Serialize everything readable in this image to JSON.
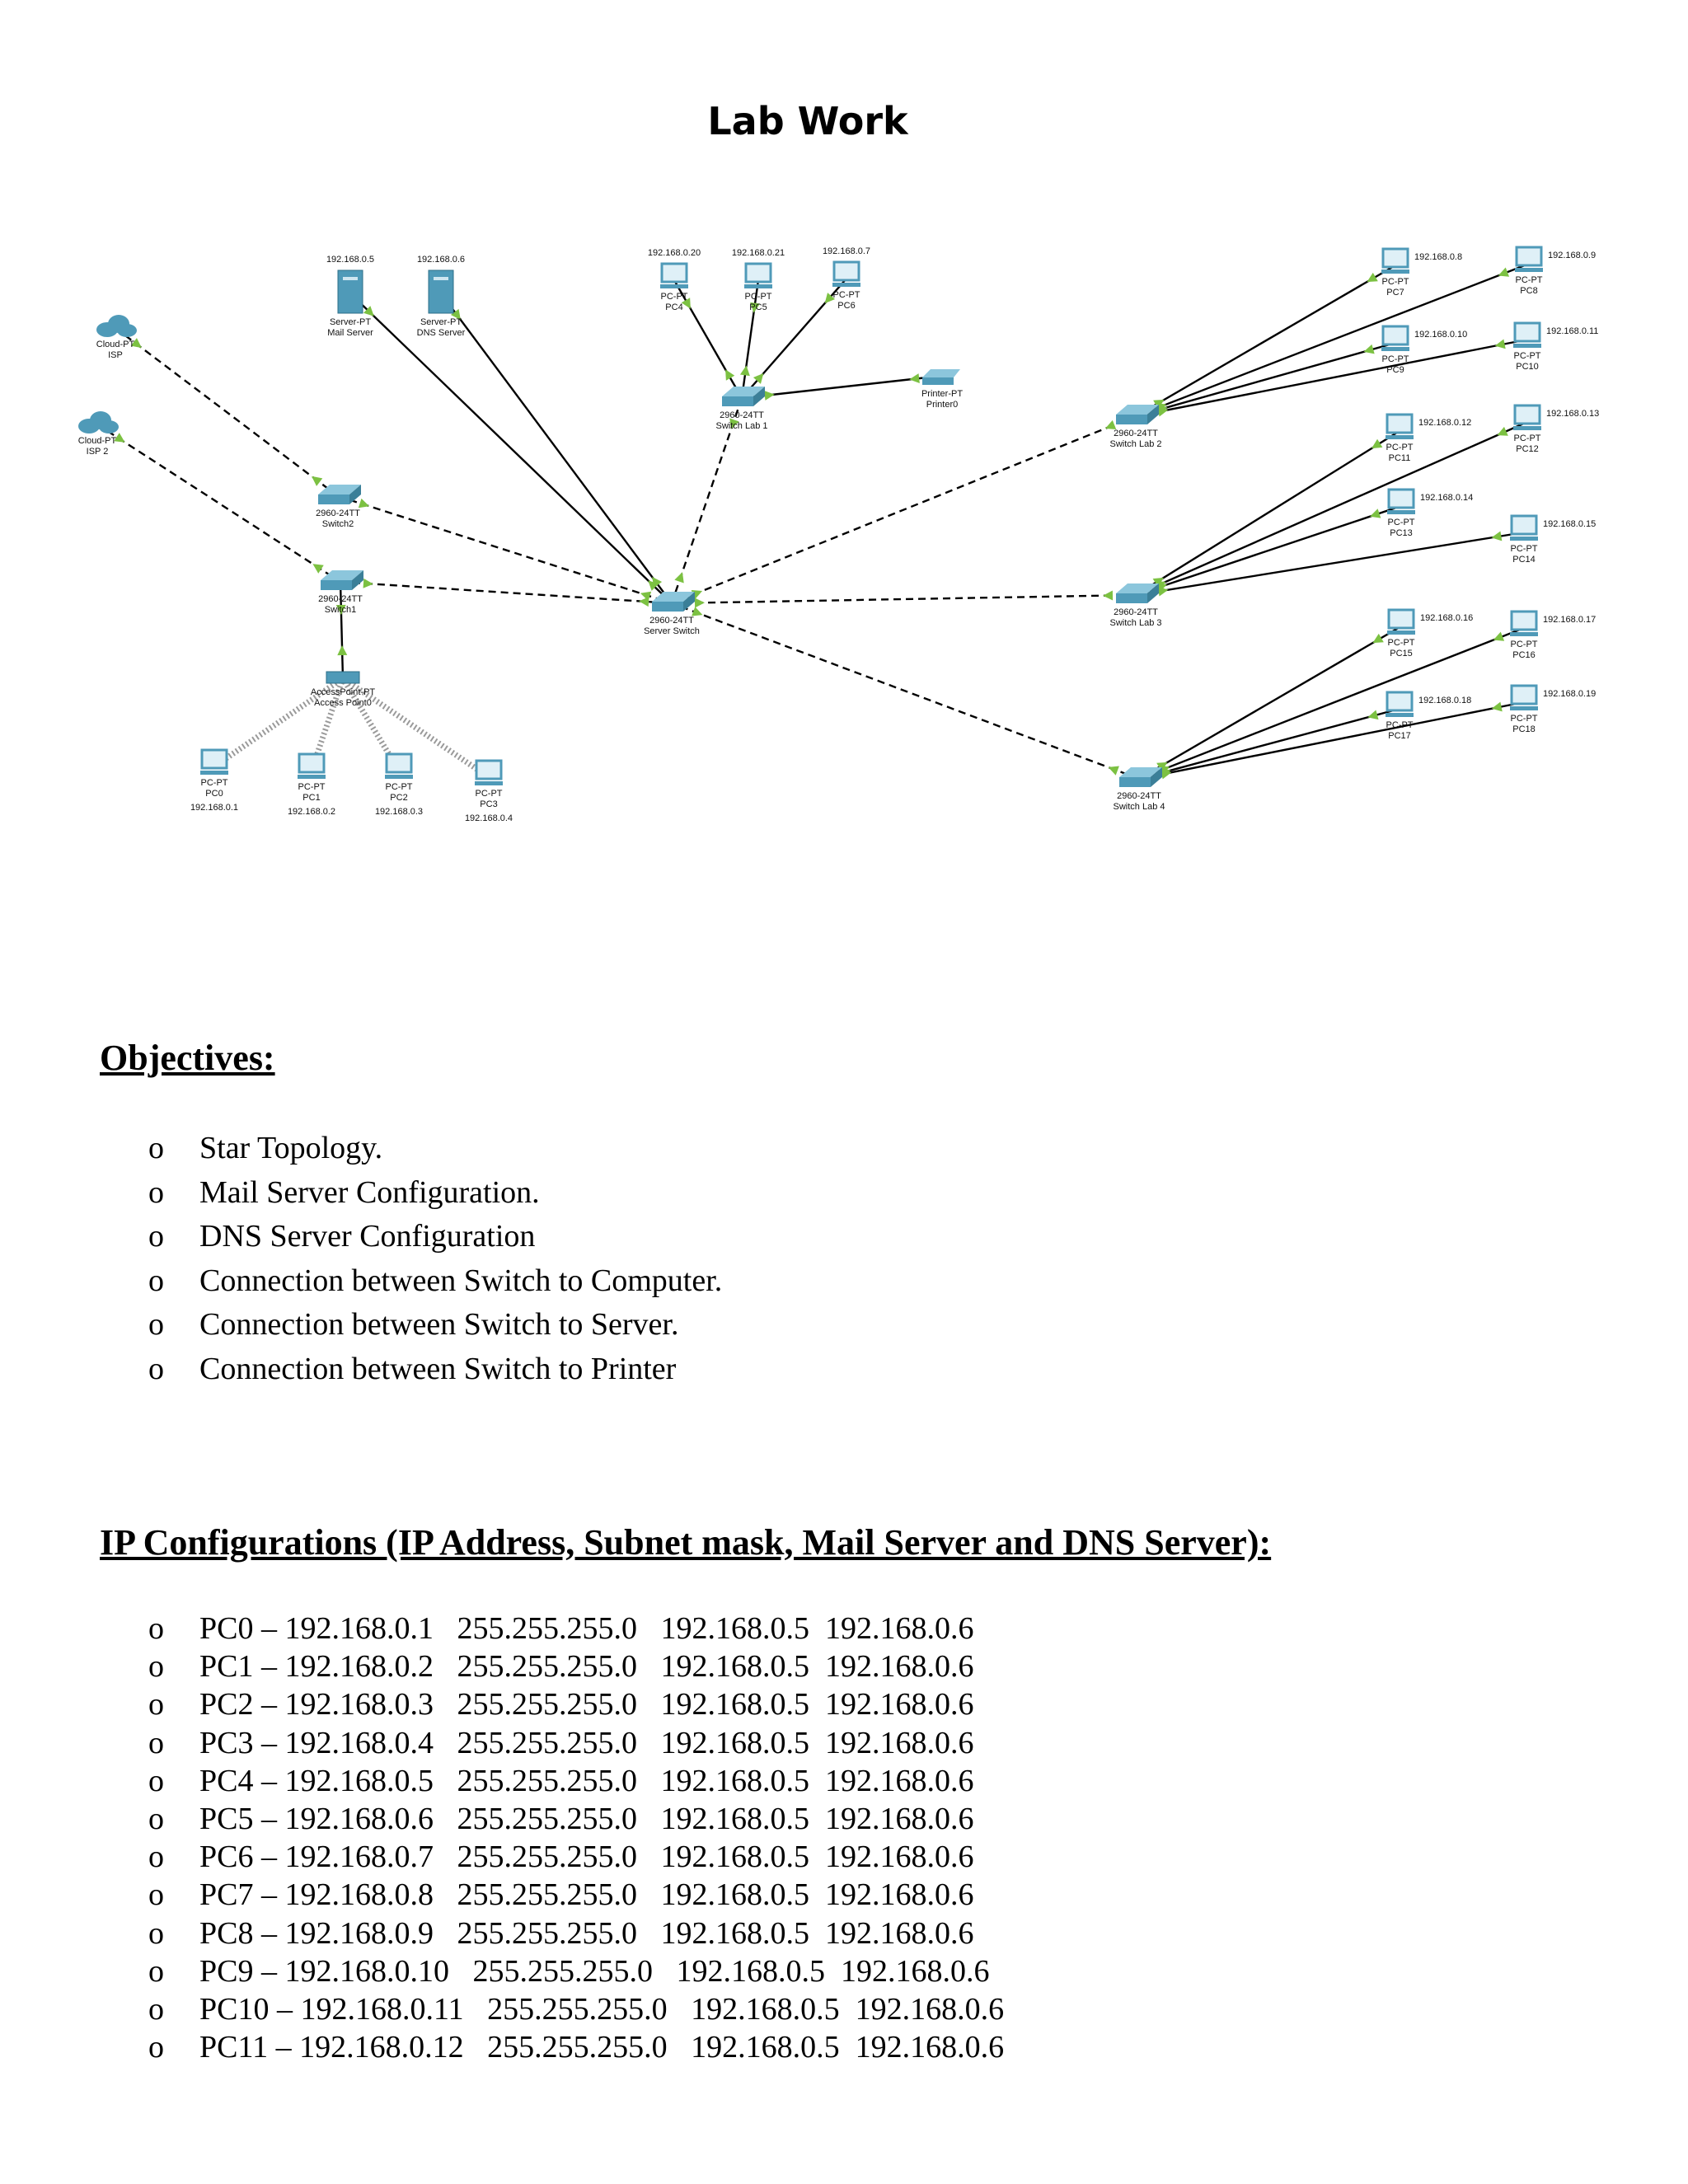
{
  "title": "Lab Work",
  "diagram": {
    "devices": [
      {
        "id": "cloud_isp",
        "type": "cloud",
        "model": "Cloud-PT",
        "name": "ISP"
      },
      {
        "id": "cloud_isp2",
        "type": "cloud",
        "model": "Cloud-PT",
        "name": "ISP 2"
      },
      {
        "id": "mail_server",
        "type": "server",
        "model": "Server-PT",
        "name": "Mail Server",
        "ip": "192.168.0.5"
      },
      {
        "id": "dns_server",
        "type": "server",
        "model": "Server-PT",
        "name": "DNS Server",
        "ip": "192.168.0.6"
      },
      {
        "id": "switch2",
        "type": "switch",
        "model": "2960-24TT",
        "name": "Switch2"
      },
      {
        "id": "switch1",
        "type": "switch",
        "model": "2960-24TT",
        "name": "Switch1"
      },
      {
        "id": "access_point",
        "type": "access-point",
        "model": "AccessPoint-PT",
        "name": "Access Point0"
      },
      {
        "id": "server_switch",
        "type": "switch",
        "model": "2960-24TT",
        "name": "Server Switch"
      },
      {
        "id": "switch_lab1",
        "type": "switch",
        "model": "2960-24TT",
        "name": "Switch Lab 1"
      },
      {
        "id": "switch_lab2",
        "type": "switch",
        "model": "2960-24TT",
        "name": "Switch Lab 2"
      },
      {
        "id": "switch_lab3",
        "type": "switch",
        "model": "2960-24TT",
        "name": "Switch Lab 3"
      },
      {
        "id": "switch_lab4",
        "type": "switch",
        "model": "2960-24TT",
        "name": "Switch Lab 4"
      },
      {
        "id": "printer",
        "type": "printer",
        "model": "Printer-PT",
        "name": "Printer0"
      },
      {
        "id": "pc0",
        "type": "pc",
        "model": "PC-PT",
        "name": "PC0",
        "ip": "192.168.0.1"
      },
      {
        "id": "pc1",
        "type": "pc",
        "model": "PC-PT",
        "name": "PC1",
        "ip": "192.168.0.2"
      },
      {
        "id": "pc2",
        "type": "pc",
        "model": "PC-PT",
        "name": "PC2",
        "ip": "192.168.0.3"
      },
      {
        "id": "pc3",
        "type": "pc",
        "model": "PC-PT",
        "name": "PC3",
        "ip": "192.168.0.4"
      },
      {
        "id": "pc4",
        "type": "pc",
        "model": "PC-PT",
        "name": "PC4",
        "ip": "192.168.0.20"
      },
      {
        "id": "pc5",
        "type": "pc",
        "model": "PC-PT",
        "name": "PC5",
        "ip": "192.168.0.21"
      },
      {
        "id": "pc6",
        "type": "pc",
        "model": "PC-PT",
        "name": "PC6",
        "ip": "192.168.0.7"
      },
      {
        "id": "pc7",
        "type": "pc",
        "model": "PC-PT",
        "name": "PC7",
        "ip": "192.168.0.8"
      },
      {
        "id": "pc8",
        "type": "pc",
        "model": "PC-PT",
        "name": "PC8",
        "ip": "192.168.0.9"
      },
      {
        "id": "pc9",
        "type": "pc",
        "model": "PC-PT",
        "name": "PC9",
        "ip": "192.168.0.10"
      },
      {
        "id": "pc10",
        "type": "pc",
        "model": "PC-PT",
        "name": "PC10",
        "ip": "192.168.0.11"
      },
      {
        "id": "pc11",
        "type": "pc",
        "model": "PC-PT",
        "name": "PC11",
        "ip": "192.168.0.12"
      },
      {
        "id": "pc12",
        "type": "pc",
        "model": "PC-PT",
        "name": "PC12",
        "ip": "192.168.0.13"
      },
      {
        "id": "pc13",
        "type": "pc",
        "model": "PC-PT",
        "name": "PC13",
        "ip": "192.168.0.14"
      },
      {
        "id": "pc14",
        "type": "pc",
        "model": "PC-PT",
        "name": "PC14",
        "ip": "192.168.0.15"
      },
      {
        "id": "pc15",
        "type": "pc",
        "model": "PC-PT",
        "name": "PC15",
        "ip": "192.168.0.16"
      },
      {
        "id": "pc16",
        "type": "pc",
        "model": "PC-PT",
        "name": "PC16",
        "ip": "192.168.0.17"
      },
      {
        "id": "pc17",
        "type": "pc",
        "model": "PC-PT",
        "name": "PC17",
        "ip": "192.168.0.18"
      },
      {
        "id": "pc18",
        "type": "pc",
        "model": "PC-PT",
        "name": "PC18",
        "ip": "192.168.0.19"
      }
    ],
    "links": [
      {
        "from": "cloud_isp",
        "to": "switch2",
        "style": "dashed"
      },
      {
        "from": "cloud_isp2",
        "to": "switch1",
        "style": "dashed"
      },
      {
        "from": "switch2",
        "to": "server_switch",
        "style": "dashed"
      },
      {
        "from": "switch1",
        "to": "server_switch",
        "style": "dashed"
      },
      {
        "from": "mail_server",
        "to": "server_switch",
        "style": "solid"
      },
      {
        "from": "dns_server",
        "to": "server_switch",
        "style": "solid"
      },
      {
        "from": "switch_lab1",
        "to": "server_switch",
        "style": "dashed"
      },
      {
        "from": "switch_lab2",
        "to": "server_switch",
        "style": "dashed"
      },
      {
        "from": "switch_lab3",
        "to": "server_switch",
        "style": "dashed"
      },
      {
        "from": "switch_lab4",
        "to": "server_switch",
        "style": "dashed"
      },
      {
        "from": "access_point",
        "to": "switch1",
        "style": "solid"
      },
      {
        "from": "access_point",
        "to": "pc0",
        "style": "wireless"
      },
      {
        "from": "access_point",
        "to": "pc1",
        "style": "wireless"
      },
      {
        "from": "access_point",
        "to": "pc2",
        "style": "wireless"
      },
      {
        "from": "access_point",
        "to": "pc3",
        "style": "wireless"
      },
      {
        "from": "switch_lab1",
        "to": "pc4",
        "style": "solid"
      },
      {
        "from": "switch_lab1",
        "to": "pc5",
        "style": "solid"
      },
      {
        "from": "switch_lab1",
        "to": "pc6",
        "style": "solid"
      },
      {
        "from": "switch_lab1",
        "to": "printer",
        "style": "solid"
      },
      {
        "from": "switch_lab2",
        "to": "pc7",
        "style": "solid"
      },
      {
        "from": "switch_lab2",
        "to": "pc8",
        "style": "solid"
      },
      {
        "from": "switch_lab2",
        "to": "pc9",
        "style": "solid"
      },
      {
        "from": "switch_lab2",
        "to": "pc10",
        "style": "solid"
      },
      {
        "from": "switch_lab3",
        "to": "pc11",
        "style": "solid"
      },
      {
        "from": "switch_lab3",
        "to": "pc12",
        "style": "solid"
      },
      {
        "from": "switch_lab3",
        "to": "pc13",
        "style": "solid"
      },
      {
        "from": "switch_lab3",
        "to": "pc14",
        "style": "solid"
      },
      {
        "from": "switch_lab4",
        "to": "pc15",
        "style": "solid"
      },
      {
        "from": "switch_lab4",
        "to": "pc16",
        "style": "solid"
      },
      {
        "from": "switch_lab4",
        "to": "pc17",
        "style": "solid"
      },
      {
        "from": "switch_lab4",
        "to": "pc18",
        "style": "solid"
      }
    ],
    "colors": {
      "device": "#4f9ab8",
      "link": "#000000",
      "port": "#7cc142"
    }
  },
  "objectives": {
    "heading": "Objectives:",
    "bullet": "o",
    "items": [
      "Star Topology.",
      "Mail Server Configuration.",
      "DNS Server Configuration",
      "Connection between Switch to Computer.",
      "Connection between Switch to Server.",
      "Connection between Switch to Printer"
    ]
  },
  "ip_config": {
    "heading": "IP Configurations (IP Address, Subnet mask, Mail Server and DNS Server):",
    "bullet": "o",
    "rows": [
      {
        "host": "PC0 – 192.168.0.1",
        "mask": "255.255.255.0",
        "mail": "192.168.0.5",
        "dns": "192.168.0.6"
      },
      {
        "host": "PC1 – 192.168.0.2",
        "mask": "255.255.255.0",
        "mail": "192.168.0.5",
        "dns": "192.168.0.6"
      },
      {
        "host": "PC2 – 192.168.0.3",
        "mask": "255.255.255.0",
        "mail": "192.168.0.5",
        "dns": "192.168.0.6"
      },
      {
        "host": "PC3 – 192.168.0.4",
        "mask": "255.255.255.0",
        "mail": "192.168.0.5",
        "dns": "192.168.0.6"
      },
      {
        "host": "PC4 – 192.168.0.5",
        "mask": "255.255.255.0",
        "mail": "192.168.0.5",
        "dns": "192.168.0.6"
      },
      {
        "host": "PC5 – 192.168.0.6",
        "mask": "255.255.255.0",
        "mail": "192.168.0.5",
        "dns": "192.168.0.6"
      },
      {
        "host": "PC6 – 192.168.0.7",
        "mask": "255.255.255.0",
        "mail": "192.168.0.5",
        "dns": "192.168.0.6"
      },
      {
        "host": "PC7 – 192.168.0.8",
        "mask": "255.255.255.0",
        "mail": "192.168.0.5",
        "dns": "192.168.0.6"
      },
      {
        "host": "PC8 – 192.168.0.9",
        "mask": "255.255.255.0",
        "mail": "192.168.0.5",
        "dns": "192.168.0.6"
      },
      {
        "host": "PC9 – 192.168.0.10",
        "mask": "255.255.255.0",
        "mail": "192.168.0.5",
        "dns": "192.168.0.6"
      },
      {
        "host": "PC10 – 192.168.0.11",
        "mask": "255.255.255.0",
        "mail": "192.168.0.5",
        "dns": "192.168.0.6"
      },
      {
        "host": "PC11 – 192.168.0.12",
        "mask": "255.255.255.0",
        "mail": "192.168.0.5",
        "dns": "192.168.0.6"
      }
    ]
  }
}
